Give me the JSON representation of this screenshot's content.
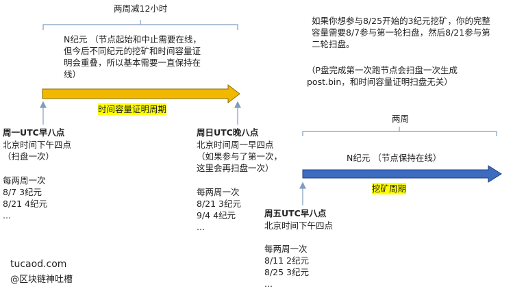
{
  "top_span_label": "两周减12小时",
  "left_desc": [
    "N纪元 （节点起始和中止需要在线，",
    "但今后不同纪元的挖矿和时间容量证",
    "明会重叠，所以基本需要一直保持在",
    "线）"
  ],
  "arrow1_label": "时间容量证明周期",
  "colors": {
    "arrow1": "#f2b800",
    "arrow2": "#3d6bc0",
    "bracket": "#7f9dbf",
    "highlight": "#ffff00"
  },
  "point1": {
    "title": "周一UTC早八点",
    "lines": [
      "北京时间下午四点",
      "（扫盘一次）"
    ],
    "every": "每两周一次",
    "items": [
      "8/7 3纪元",
      "8/21 4纪元",
      "..."
    ]
  },
  "point2": {
    "title": "周日UTC晚八点",
    "lines": [
      "北京时间周一早四点",
      "（如果参与了第一次，",
      "这里会再扫盘一次）"
    ],
    "every": "每两周一次",
    "items": [
      "8/21 3纪元",
      "9/4 4纪元",
      "..."
    ]
  },
  "right_note": [
    "如果你想参与8/25开始的3纪元挖矿，你的完整",
    "容量需要8/7参与第一轮扫盘，然后8/21参与第",
    "二轮扫盘。"
  ],
  "p_note": [
    "（P盘完成第一次跑节点会扫盘一次生成",
    "post.bin，和时间容量证明扫盘无关）"
  ],
  "second_span_label": "两周",
  "arrow2_text": "N纪元 （节点保持在线）",
  "arrow2_label": "挖矿周期",
  "point3": {
    "title": "周五UTC早八点",
    "lines": [
      "北京时间下午四点"
    ],
    "every": "每两周一次",
    "items": [
      "8/11 2纪元",
      "8/25 3纪元",
      "..."
    ]
  },
  "watermark": [
    "tucaod.com",
    "@区块链神吐槽"
  ]
}
